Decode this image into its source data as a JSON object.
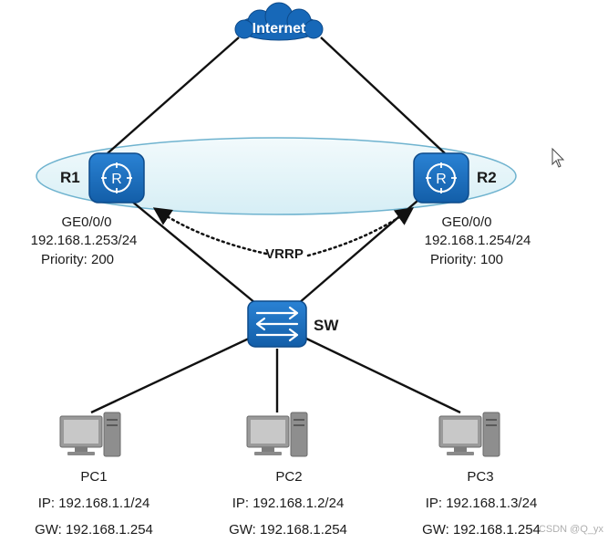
{
  "cloud": {
    "label": "Internet"
  },
  "routers": [
    {
      "name": "R1",
      "interface": "GE0/0/0",
      "ip": "192.168.1.253/24",
      "priority": "Priority: 200",
      "icon_letter": "R"
    },
    {
      "name": "R2",
      "interface": "GE0/0/0",
      "ip": "192.168.1.254/24",
      "priority": "Priority: 100",
      "icon_letter": "R"
    }
  ],
  "vrrp_label": "VRRP",
  "switch": {
    "name": "SW"
  },
  "pcs": [
    {
      "name": "PC1",
      "ip": "IP: 192.168.1.1/24",
      "gw": "GW: 192.168.1.254"
    },
    {
      "name": "PC2",
      "ip": "IP: 192.168.1.2/24",
      "gw": "GW: 192.168.1.254"
    },
    {
      "name": "PC3",
      "ip": "IP: 192.168.1.3/24",
      "gw": "GW: 192.168.1.254"
    }
  ],
  "watermark": "CSDN @Q_yx",
  "colors": {
    "device_blue": "#1768b8",
    "device_border": "#0d4a8a",
    "vrrp_ring_fill": "#e3f3f8",
    "vrrp_ring_stroke": "#6fb3cf",
    "link": "#111111",
    "pc_gray": "#8a8a8a"
  }
}
